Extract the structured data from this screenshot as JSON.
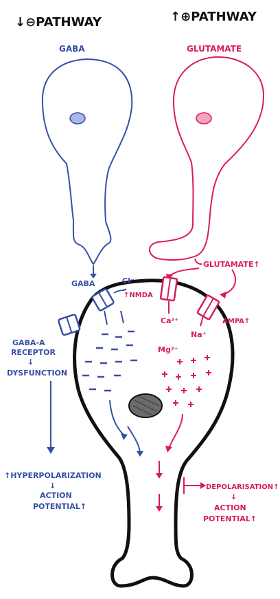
{
  "header": {
    "left_title": "↓⊖PATHWAY",
    "right_title": "↑⊕PATHWAY"
  },
  "neurons": {
    "left_label": "GABA",
    "right_label": "GLUTAMATE"
  },
  "synapse": {
    "left_release_label": "GABA",
    "chloride_label": "Cl⁻",
    "glutamate_label": "GLUTAMATE↑",
    "nmda_label": "↑NMDA",
    "ampa_label": "AMPA↑",
    "calcium_label": "Ca²⁺",
    "sodium_label": "Na⁺",
    "magnesium_label": "Mg²⁺"
  },
  "left_pathway": {
    "receptor_line1": "GABA-A",
    "receptor_line2": "RECEPTOR",
    "arrow_small": "↓",
    "dysfunction": "DYSFUNCTION",
    "result_line1": "↑HYPERPOLARIZATION",
    "result_arrow": "↓",
    "result_line2": "ACTION",
    "result_line3": "POTENTIAL↑"
  },
  "right_pathway": {
    "result_line1": "DEPOLARISATION↑",
    "result_arrow": "↓",
    "result_line2": "ACTION",
    "result_line3": "POTENTIAL↑"
  },
  "colors": {
    "blue": "#3550a5",
    "pink": "#d81b60",
    "outline": "#111111"
  }
}
